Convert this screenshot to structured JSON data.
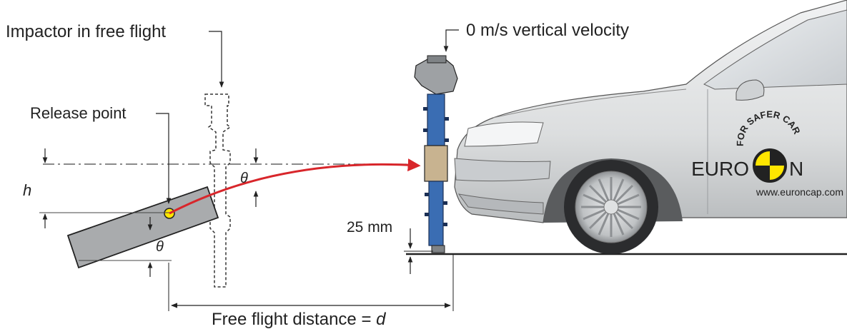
{
  "labels": {
    "impactor_free_flight": "Impactor in free flight",
    "vertical_velocity": "0 m/s vertical velocity",
    "release_point": "Release point",
    "height_symbol": "h",
    "angle_symbol": "θ",
    "ground_clearance": "25 mm",
    "free_flight_distance_prefix": "Free flight distance = ",
    "distance_symbol": "d"
  },
  "car_decal": {
    "slogan": "FOR SAFER CARS",
    "brand_left": "EURO",
    "brand_right": "N",
    "website": "www.euroncap.com"
  },
  "colors": {
    "trajectory": "#d8262b",
    "release_point": "#ffe600",
    "impactor_blue": "#3a6db3",
    "launcher": "#a9abad",
    "car_body": "#dcdedf"
  }
}
